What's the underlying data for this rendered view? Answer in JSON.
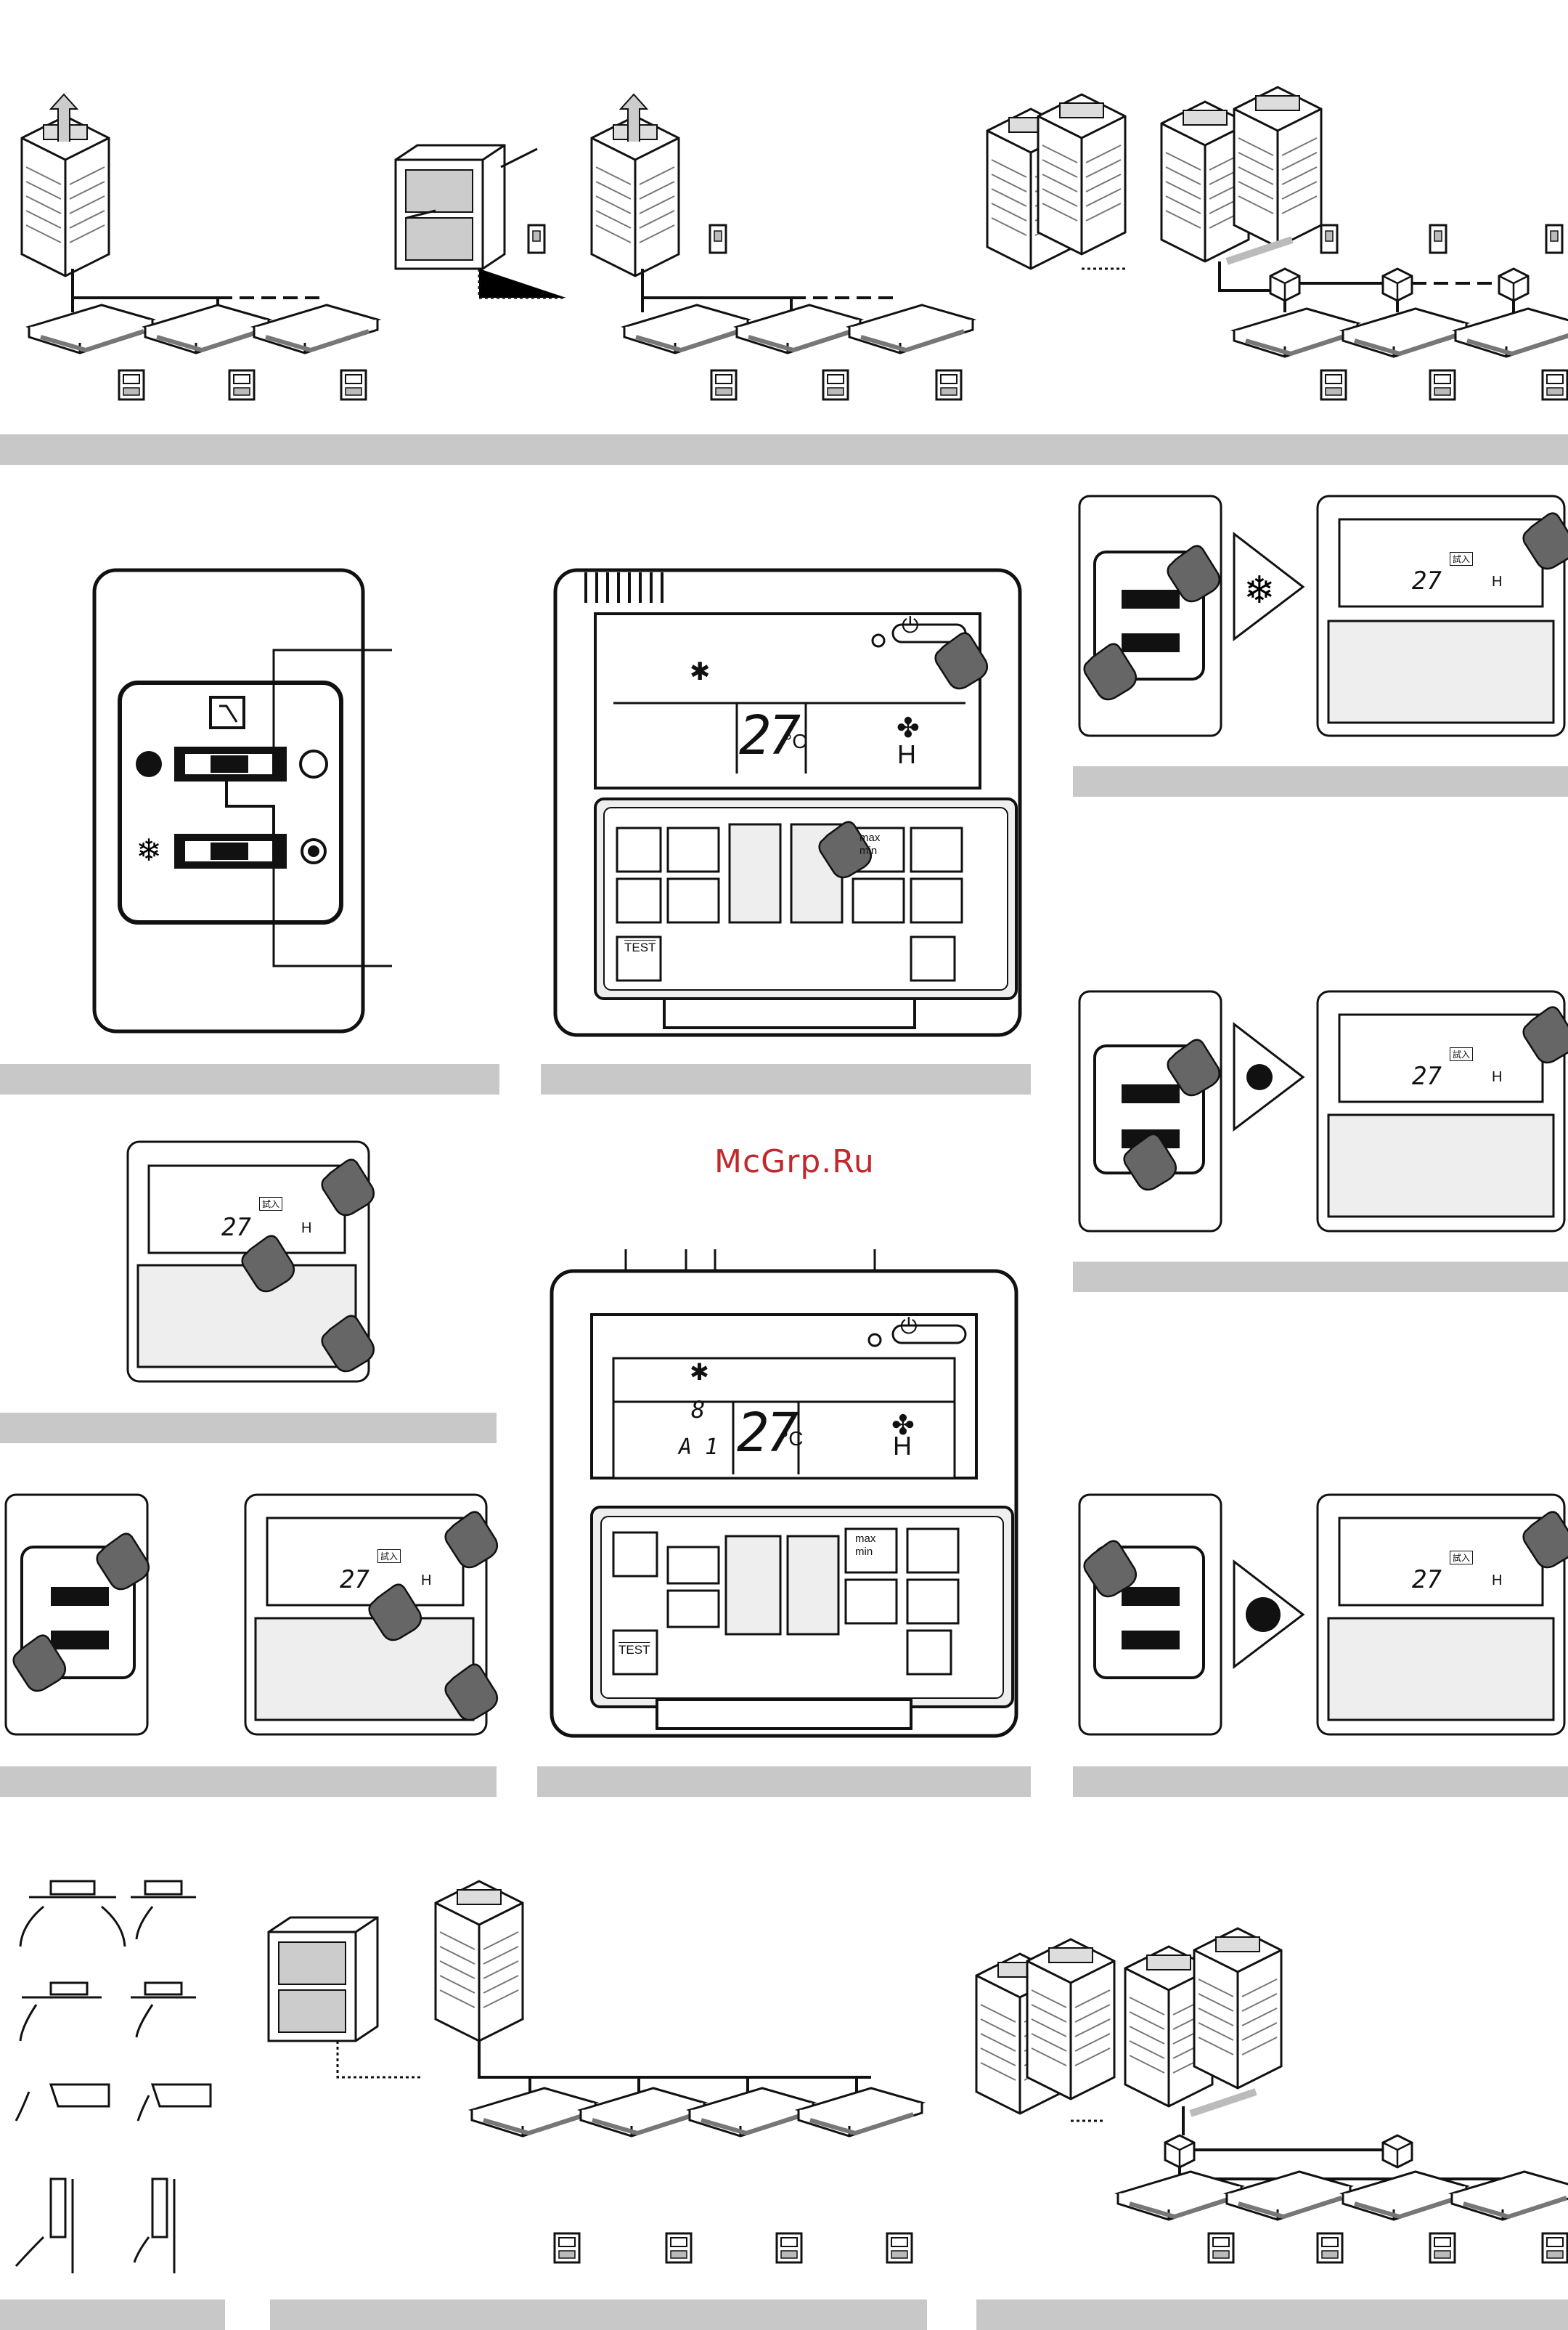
{
  "watermark": "McGrp.Ru",
  "remote": {
    "temperature": "27",
    "temp_unit": "°C",
    "fan_level": "H",
    "address_a": "8",
    "address_b": "A 1",
    "badge": "試入",
    "max_label": "max",
    "min_label": "min",
    "test_label": "TEST"
  },
  "icons": {
    "cool": "snowflake-icon",
    "heat": "sun-icon",
    "fan": "fan-icon",
    "power": "power-icon",
    "hand": "hand-pointer-icon",
    "thermometer": "thermometer-icon"
  },
  "colors": {
    "section_bar": "#c8c8c8",
    "line": "#111111",
    "watermark": "#c0282c"
  }
}
